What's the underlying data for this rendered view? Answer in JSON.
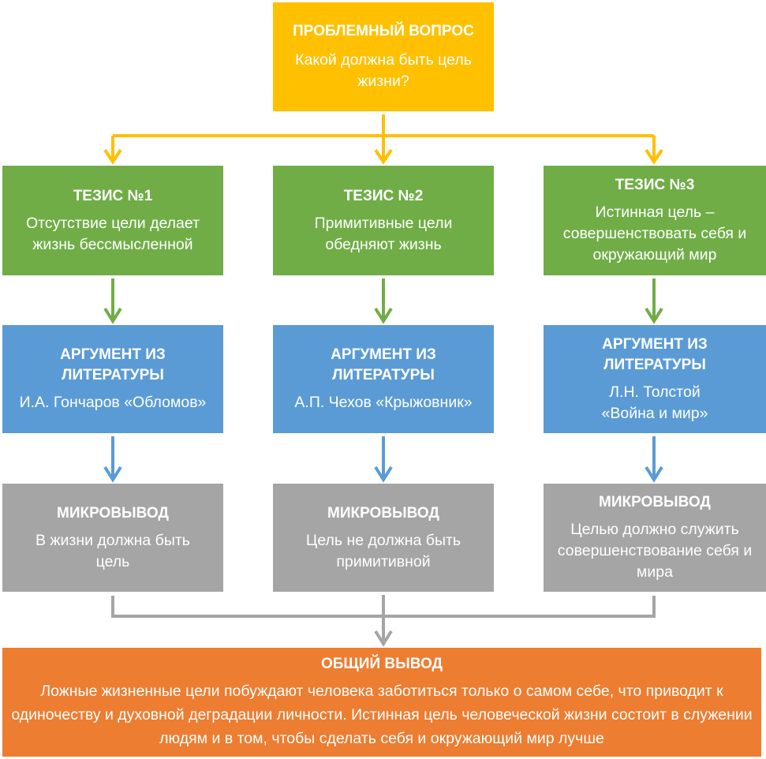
{
  "colors": {
    "question": "#ffc000",
    "thesis": "#70ad47",
    "argument": "#5b9bd5",
    "micro": "#a5a5a5",
    "conclusion": "#ed7d31"
  },
  "question": {
    "title": "ПРОБЛЕМНЫЙ ВОПРОС",
    "text": "Какой должна быть цель жизни?"
  },
  "columns": [
    {
      "thesis_title": "ТЕЗИС №1",
      "thesis_text": "Отсутствие цели делает жизнь бессмысленной",
      "argument_title": "АРГУМЕНТ ИЗ ЛИТЕРАТУРЫ",
      "argument_text": "И.А. Гончаров «Обломов»",
      "micro_title": "МИКРОВЫВОД",
      "micro_text": "В жизни должна быть цель"
    },
    {
      "thesis_title": "ТЕЗИС №2",
      "thesis_text": "Примитивные цели обедняют жизнь",
      "argument_title": "АРГУМЕНТ ИЗ ЛИТЕРАТУРЫ",
      "argument_text": "А.П. Чехов «Крыжовник»",
      "micro_title": "МИКРОВЫВОД",
      "micro_text": "Цель не должна быть примитивной"
    },
    {
      "thesis_title": "ТЕЗИС №3",
      "thesis_text": "Истинная цель – совершенствовать себя и окружающий мир",
      "argument_title": "АРГУМЕНТ ИЗ ЛИТЕРАТУРЫ",
      "argument_text": "Л.Н. Толстой «Война и мир»",
      "micro_title": "МИКРОВЫВОД",
      "micro_text": "Целью должно служить совершенствование себя и мира"
    }
  ],
  "conclusion": {
    "title": "ОБЩИЙ ВЫВОД",
    "text": "Ложные жизненные цели побуждают человека заботиться только о самом себе, что приводит к одиночеству и духовной деградации личности. Истинная цель человеческой жизни состоит в служении людям и в том, чтобы сделать себя и окружающий мир лучше"
  }
}
